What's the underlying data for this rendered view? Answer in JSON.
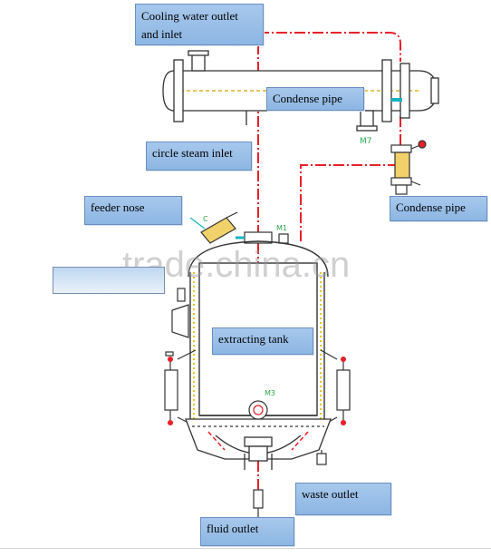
{
  "labels": {
    "cooling": "Cooling water outlet and inlet",
    "condense_top": "Condense pipe",
    "circle_steam": "circle steam inlet",
    "condense_right": "Condense pipe",
    "feeder_nose": "feeder nose",
    "extracting_tank": "extracting tank",
    "waste_outlet": "waste outlet",
    "fluid_outlet": "fluid outlet"
  },
  "watermark": "trade.china.cn",
  "colors": {
    "pipe_red": "#e8202a",
    "equipment_line": "#333333",
    "label_blue": "#9bbfe8",
    "jacket_yellow": "#e6c619",
    "cyan_accent": "#18b3c0",
    "valve_green": "#2aa84a"
  }
}
